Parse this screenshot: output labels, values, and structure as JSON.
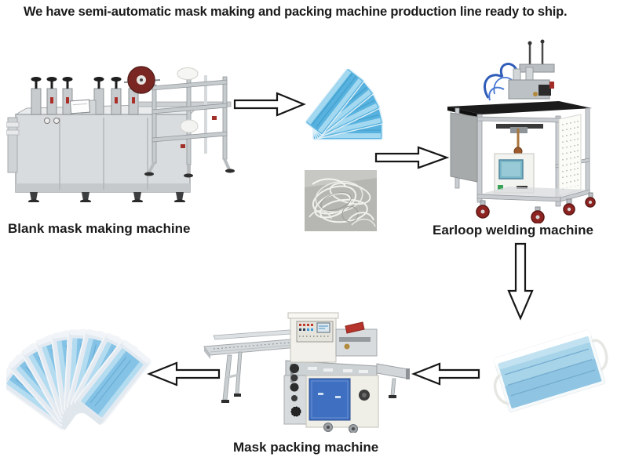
{
  "title": "We have semi-automatic mask making and packing machine production line ready to ship.",
  "stages": [
    {
      "label": "Blank mask making machine"
    },
    {
      "label": "Earloop welding machine"
    },
    {
      "label": "Mask packing machine"
    }
  ],
  "flow": [
    "blank-mask-making",
    "mask-stack",
    "earloop-cords",
    "earloop-welding",
    "single-mask",
    "mask-packing",
    "packed-masks"
  ],
  "colors": {
    "title_text": "#1b1b1b",
    "label_text": "#1b1b1b",
    "arrow_outline": "#161616",
    "mask_blue": "#58b2df",
    "packed_mask_blue": "#85c3e6",
    "packing_door_blue": "#3f6fc0",
    "caster_red": "#8e2422",
    "spool_maroon": "#7a2723",
    "machine_silver": "#d2d6d9"
  }
}
